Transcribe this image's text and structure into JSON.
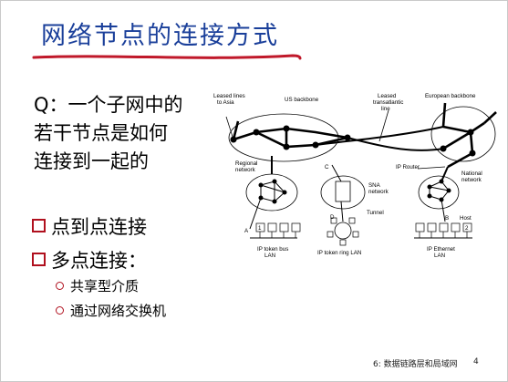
{
  "title": "网络节点的连接方式",
  "question": [
    "Q：一个子网中的",
    "若干节点是如何",
    "连接到一起的"
  ],
  "bullets": [
    "点到点连接",
    "多点连接："
  ],
  "sub_bullets": [
    "共享型介质",
    "通过网络交换机"
  ],
  "footer": "6: 数据链路层和局域网",
  "page_number": "4",
  "diagram": {
    "leased_lines": [
      "Leased lines",
      "to Asia"
    ],
    "us_backbone": "US backbone",
    "leased_transatlantic": [
      "Leased",
      "transatlantic",
      "line"
    ],
    "european_backbone": "European backbone",
    "regional_network": [
      "Regional",
      "network"
    ],
    "c": "C",
    "sna_network": [
      "SNA",
      "network"
    ],
    "tunnel": "Tunnel",
    "d": "D",
    "ip_router": "IP Router",
    "national_network": [
      "National",
      "network"
    ],
    "a": "A",
    "b": "B",
    "host": "Host",
    "host1": "1",
    "host2": "2",
    "token_bus": [
      "IP token bus",
      "LAN"
    ],
    "token_ring": "IP token ring LAN",
    "ethernet": [
      "IP Ethernet",
      "LAN"
    ]
  },
  "colors": {
    "title": "#1a3f9a",
    "underline": "#c0182a",
    "bullet_marker": "#b0101e"
  }
}
